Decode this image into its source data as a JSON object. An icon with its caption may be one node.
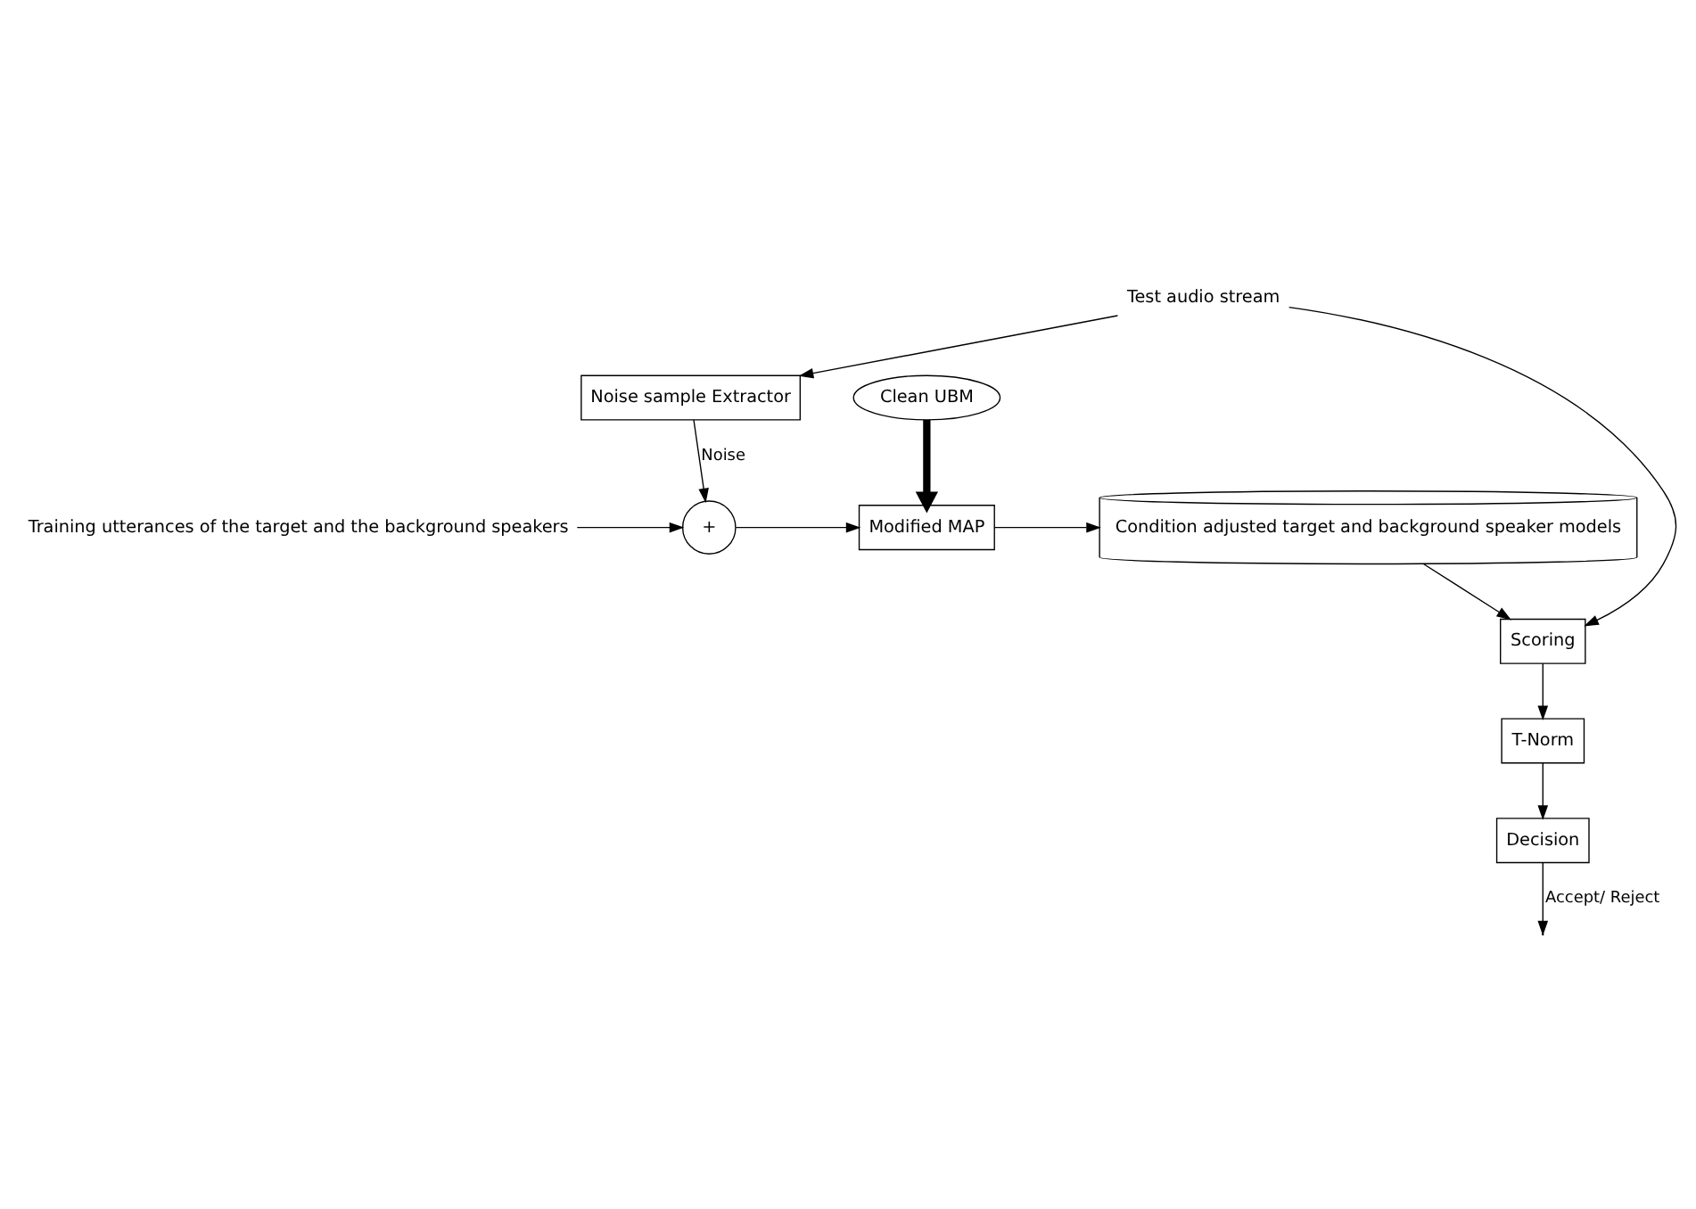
{
  "diagram": {
    "nodes": [
      {
        "text": [
          "Training utterances of the target and the background speakers"
        ]
      },
      {
        "text": [
          "+"
        ]
      },
      {
        "text": [
          "Clean UBM"
        ]
      },
      {
        "text": [
          "Modified MAP"
        ]
      },
      {
        "text": [
          "Condition adjusted target and background speaker models"
        ]
      },
      {
        "text": [
          "Scoring"
        ]
      },
      {
        "text": [
          "T-Norm"
        ]
      },
      {
        "text": [
          "Decision"
        ]
      },
      {
        "text": [
          "Noise sample Extractor"
        ]
      },
      {
        "text": [
          "Test audio stream"
        ]
      }
    ],
    "edges": [
      {
        "from": 0,
        "to": 1,
        "arrow": "to"
      },
      {
        "from": 2,
        "to": 3,
        "arrow": "to",
        "style": "thick"
      },
      {
        "from": 1,
        "to": 3,
        "arrow": "to"
      },
      {
        "from": 3,
        "to": 4,
        "arrow": "to"
      },
      {
        "from": 4,
        "to": 5,
        "arrow": "to"
      },
      {
        "from": 8,
        "to": 1,
        "arrow": "to",
        "label": "Noise"
      },
      {
        "from": 9,
        "to": 5,
        "arrow": "to"
      },
      {
        "from": 9,
        "to": 8,
        "arrow": "to"
      },
      {
        "from": 5,
        "to": 6,
        "arrow": "to"
      },
      {
        "from": 6,
        "to": 7,
        "arrow": "to"
      },
      {
        "from": 7,
        "to": null,
        "arrow": "to",
        "label": "Accept/ Reject"
      }
    ]
  }
}
